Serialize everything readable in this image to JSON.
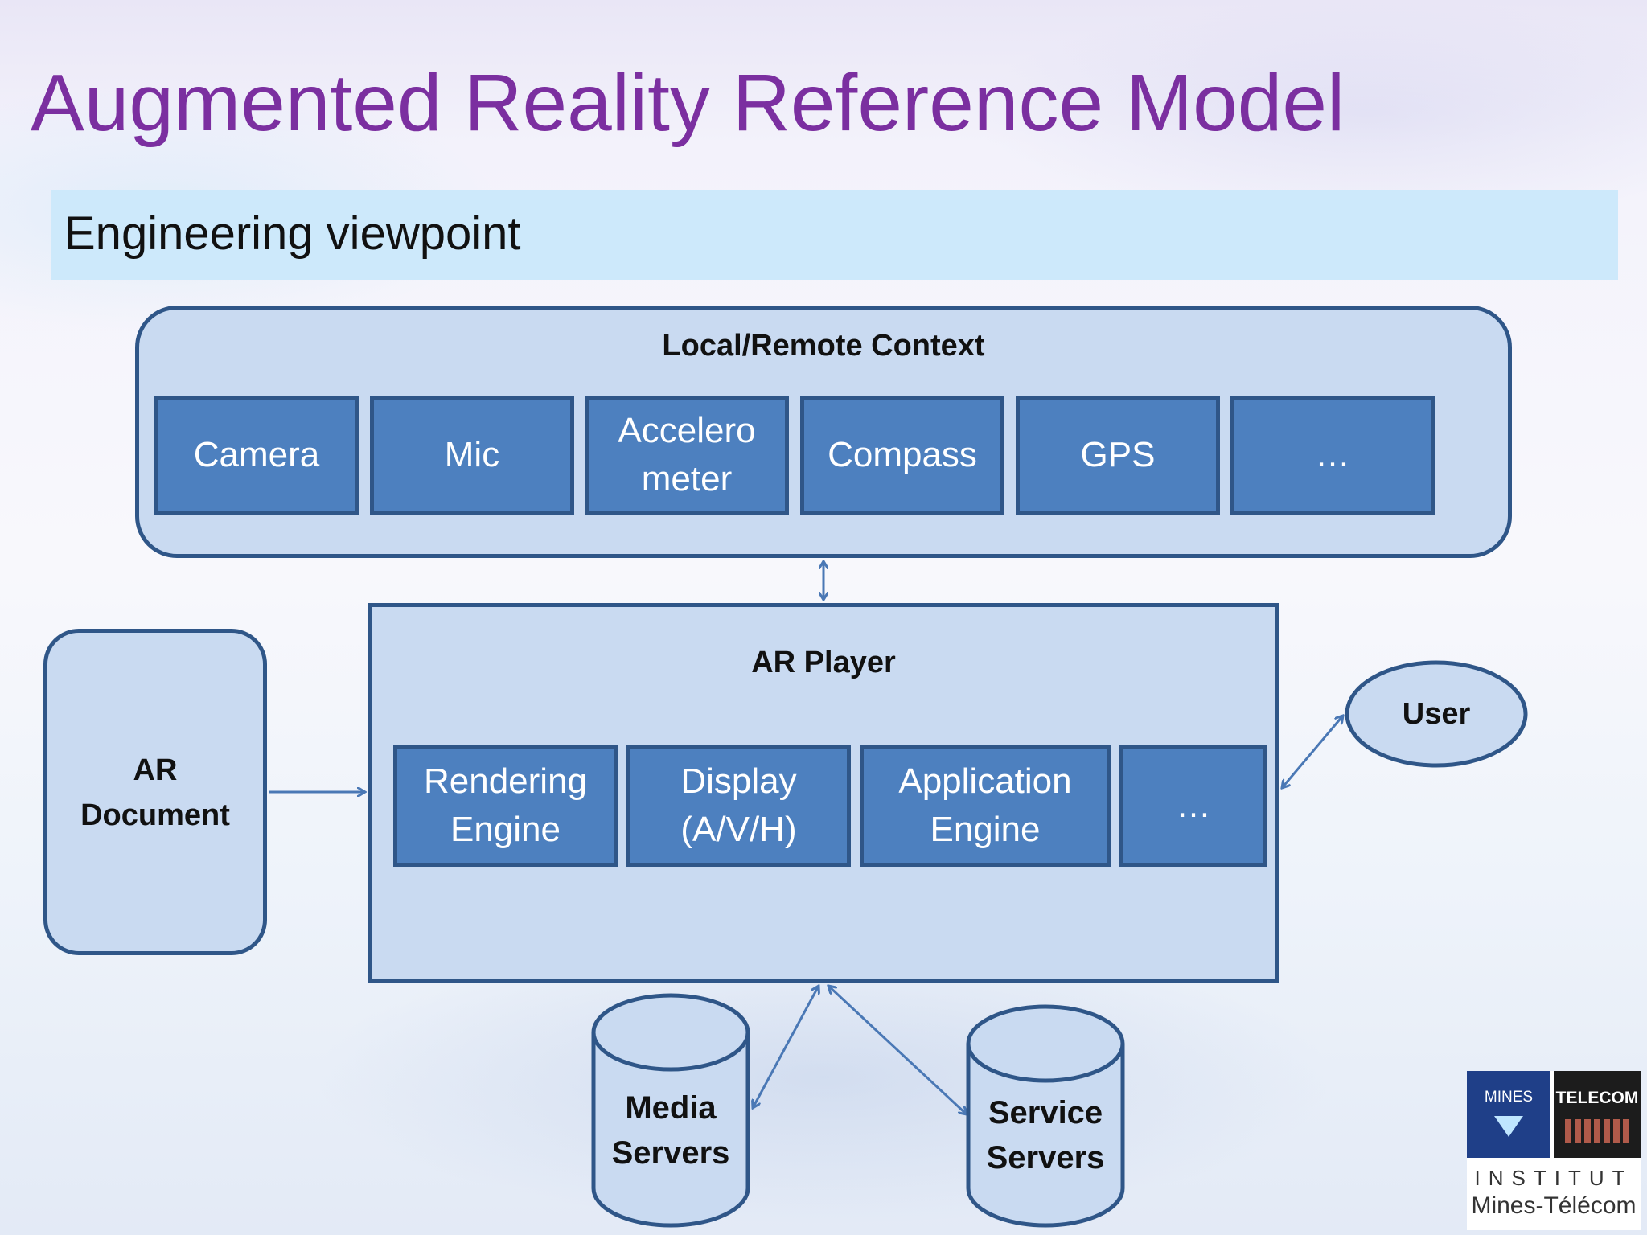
{
  "slide": {
    "title": "Augmented Reality Reference Model",
    "subtitle": "Engineering viewpoint"
  },
  "context": {
    "title": "Local/Remote Context",
    "items": [
      "Camera",
      "Mic",
      "Accelero\nmeter",
      "Compass",
      "GPS",
      "…"
    ]
  },
  "player": {
    "title": "AR Player",
    "items": [
      "Rendering\nEngine",
      "Display\n(A/V/H)",
      "Application\nEngine",
      "…"
    ]
  },
  "document": {
    "label": "AR\nDocument"
  },
  "user": {
    "label": "User"
  },
  "media_servers": {
    "label": "Media\nServers"
  },
  "service_servers": {
    "label": "Service\nServers"
  },
  "logo": {
    "mines": "MINES",
    "telecom": "TELECOM",
    "institut": "INSTITUT",
    "name": "Mines-Télécom"
  },
  "colors": {
    "title": "#7b2fa0",
    "band": "#cde9fb",
    "panel_fill": "#c9daf1",
    "box_fill": "#4d80bf",
    "border": "#2f5688",
    "arrow": "#4a78b5"
  }
}
